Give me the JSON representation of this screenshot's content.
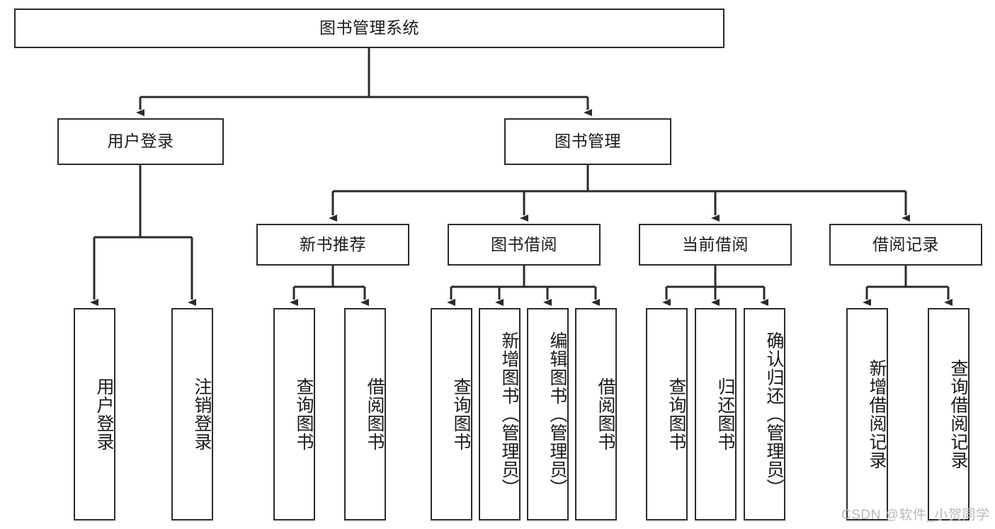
{
  "diagram": {
    "title": "图书管理系统",
    "type": "tree-hierarchy-diagram",
    "colors": {
      "box_border": "#2b2b2b",
      "box_fill": "#ffffff",
      "line": "#2b2b2b",
      "text": "#1a1a1a",
      "watermark": "#b9b9b9",
      "background": "#ffffff"
    },
    "levels": {
      "level1": [
        "图书管理系统"
      ],
      "level2": [
        "用户登录",
        "图书管理"
      ],
      "level3": [
        "新书推荐",
        "图书借阅",
        "当前借阅",
        "借阅记录"
      ],
      "level4": [
        "用户登录",
        "注销登录",
        "查询图书",
        "借阅图书",
        "查询图书",
        "新增图书（管理员）",
        "编辑图书（管理员）",
        "借阅图书",
        "查询图书",
        "归还图书",
        "确认归还（管理员）",
        "新增借阅记录",
        "查询借阅记录"
      ]
    },
    "nodes": {
      "root": {
        "label": "图书管理系统"
      },
      "user_login": {
        "label": "用户登录"
      },
      "book_manage": {
        "label": "图书管理"
      },
      "new_book_rec": {
        "label": "新书推荐"
      },
      "book_borrow": {
        "label": "图书借阅"
      },
      "current_borrow": {
        "label": "当前借阅"
      },
      "borrow_record": {
        "label": "借阅记录"
      },
      "leaf_user_login": {
        "label": "用户登录"
      },
      "leaf_logout": {
        "label": "注销登录"
      },
      "leaf_query_book_1": {
        "label": "查询图书"
      },
      "leaf_borrow_book_1": {
        "label": "借阅图书"
      },
      "leaf_query_book_2": {
        "label": "查询图书"
      },
      "leaf_add_book_admin": {
        "label": "新增图书（管理员）"
      },
      "leaf_edit_book_admin": {
        "label": "编辑图书（管理员）"
      },
      "leaf_borrow_book_2": {
        "label": "借阅图书"
      },
      "leaf_query_book_3": {
        "label": "查询图书"
      },
      "leaf_return_book": {
        "label": "归还图书"
      },
      "leaf_confirm_return_admin": {
        "label": "确认归还（管理员）"
      },
      "leaf_add_borrow_record": {
        "label": "新增借阅记录"
      },
      "leaf_query_borrow_record": {
        "label": "查询借阅记录"
      }
    },
    "edges": [
      {
        "from": "root",
        "to": "user_login"
      },
      {
        "from": "root",
        "to": "book_manage"
      },
      {
        "from": "user_login",
        "to": "leaf_user_login"
      },
      {
        "from": "user_login",
        "to": "leaf_logout"
      },
      {
        "from": "book_manage",
        "to": "new_book_rec"
      },
      {
        "from": "book_manage",
        "to": "book_borrow"
      },
      {
        "from": "book_manage",
        "to": "current_borrow"
      },
      {
        "from": "book_manage",
        "to": "borrow_record"
      },
      {
        "from": "new_book_rec",
        "to": "leaf_query_book_1"
      },
      {
        "from": "new_book_rec",
        "to": "leaf_borrow_book_1"
      },
      {
        "from": "book_borrow",
        "to": "leaf_query_book_2"
      },
      {
        "from": "book_borrow",
        "to": "leaf_add_book_admin"
      },
      {
        "from": "book_borrow",
        "to": "leaf_edit_book_admin"
      },
      {
        "from": "book_borrow",
        "to": "leaf_borrow_book_2"
      },
      {
        "from": "current_borrow",
        "to": "leaf_query_book_3"
      },
      {
        "from": "current_borrow",
        "to": "leaf_return_book"
      },
      {
        "from": "current_borrow",
        "to": "leaf_confirm_return_admin"
      },
      {
        "from": "borrow_record",
        "to": "leaf_add_borrow_record"
      },
      {
        "from": "borrow_record",
        "to": "leaf_query_borrow_record"
      }
    ]
  },
  "watermark": {
    "text": "CSDN @软件_小贺同学"
  }
}
